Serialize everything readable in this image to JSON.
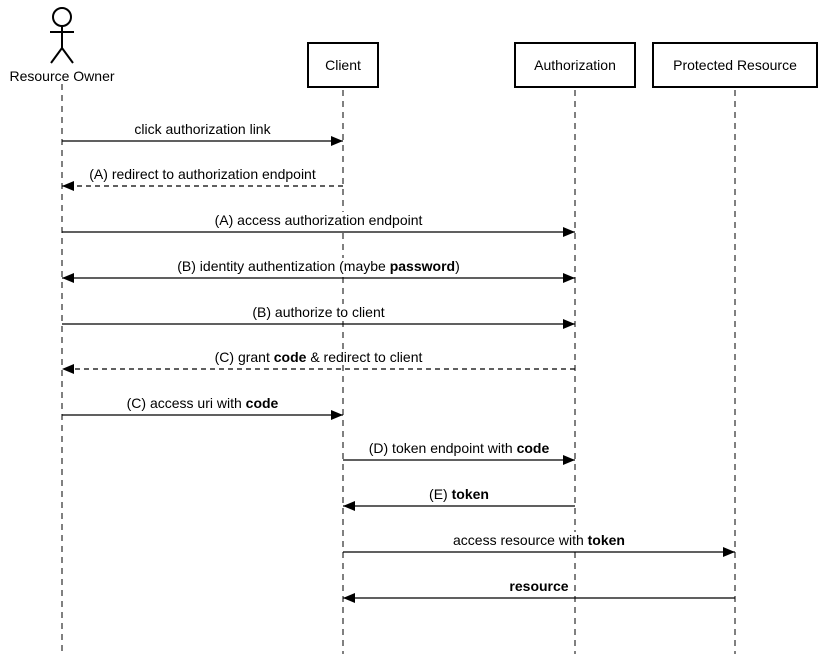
{
  "participants": [
    {
      "id": "owner",
      "label": "Resource Owner",
      "kind": "actor"
    },
    {
      "id": "client",
      "label": "Client",
      "kind": "box"
    },
    {
      "id": "auth",
      "label": "Authorization",
      "kind": "box"
    },
    {
      "id": "resource",
      "label": "Protected Resource",
      "kind": "box"
    }
  ],
  "messages": [
    {
      "from": "owner",
      "to": "client",
      "style": "solid",
      "parts": [
        {
          "t": "click authorization link"
        }
      ]
    },
    {
      "from": "client",
      "to": "owner",
      "style": "dashed",
      "parts": [
        {
          "t": "(A) redirect to authorization endpoint"
        }
      ]
    },
    {
      "from": "owner",
      "to": "auth",
      "style": "solid",
      "parts": [
        {
          "t": "(A) access authorization endpoint"
        }
      ]
    },
    {
      "from": "owner",
      "to": "auth",
      "style": "solid",
      "bidirectional": true,
      "parts": [
        {
          "t": "(B) identity authentization (maybe "
        },
        {
          "t": "password",
          "b": true
        },
        {
          "t": ")"
        }
      ]
    },
    {
      "from": "owner",
      "to": "auth",
      "style": "solid",
      "parts": [
        {
          "t": "(B) authorize to client"
        }
      ]
    },
    {
      "from": "auth",
      "to": "owner",
      "style": "dashed",
      "parts": [
        {
          "t": "(C) grant "
        },
        {
          "t": "code",
          "b": true
        },
        {
          "t": " & redirect to client"
        }
      ]
    },
    {
      "from": "owner",
      "to": "client",
      "style": "solid",
      "parts": [
        {
          "t": "(C) access uri with "
        },
        {
          "t": "code",
          "b": true
        }
      ]
    },
    {
      "from": "client",
      "to": "auth",
      "style": "solid",
      "parts": [
        {
          "t": "(D) token endpoint with "
        },
        {
          "t": "code",
          "b": true
        }
      ]
    },
    {
      "from": "auth",
      "to": "client",
      "style": "solid",
      "parts": [
        {
          "t": "(E) "
        },
        {
          "t": "token",
          "b": true
        }
      ]
    },
    {
      "from": "client",
      "to": "resource",
      "style": "solid",
      "parts": [
        {
          "t": "access resource with "
        },
        {
          "t": "token",
          "b": true
        }
      ]
    },
    {
      "from": "resource",
      "to": "client",
      "style": "solid",
      "parts": [
        {
          "t": "resource",
          "b": true
        }
      ]
    }
  ]
}
